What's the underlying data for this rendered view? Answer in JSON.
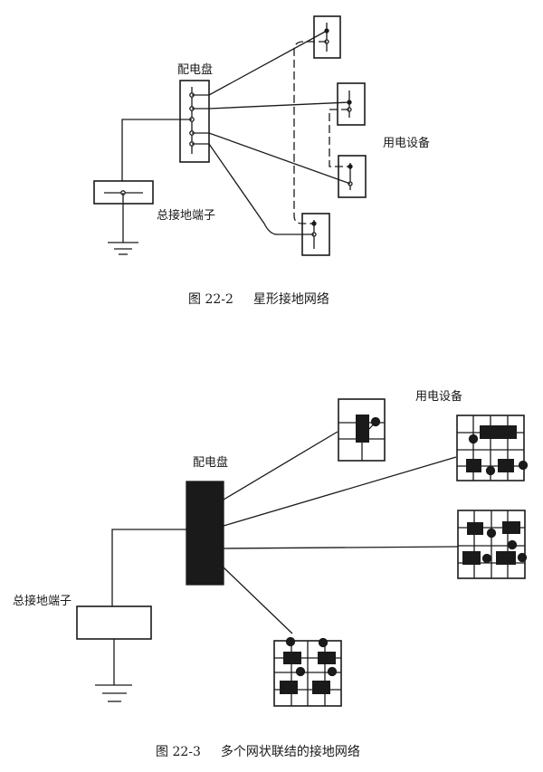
{
  "figure1": {
    "caption_number": "图 22-2",
    "caption_title": "星形接地网络",
    "labels": {
      "panel": "配电盘",
      "equipment": "用电设备",
      "main_terminal": "总接地端子"
    }
  },
  "figure2": {
    "caption_number": "图 22-3",
    "caption_title": "多个网状联结的接地网络",
    "labels": {
      "panel": "配电盘",
      "equipment": "用电设备",
      "main_terminal": "总接地端子"
    }
  },
  "colors": {
    "ink": "#1a1a1a",
    "background": "#ffffff"
  }
}
